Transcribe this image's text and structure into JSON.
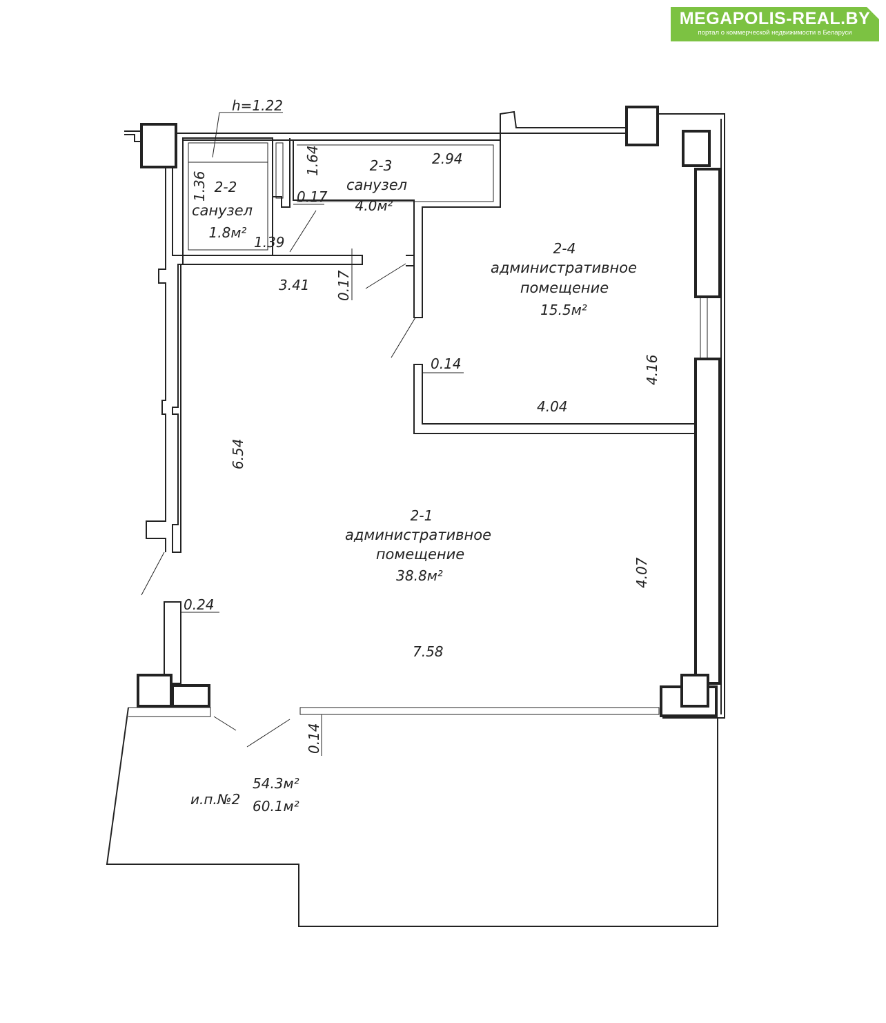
{
  "watermark": {
    "brand": "MEGAPOLIS-REAL.BY",
    "tagline": "портал о коммерческой недвижимости в Беларуси",
    "color": "#7cc242"
  },
  "plan": {
    "rooms": [
      {
        "id": "2-1",
        "name": "административное",
        "name2": "помещение",
        "area": "38.8м²"
      },
      {
        "id": "2-2",
        "name": "санузел",
        "area": "1.8м²"
      },
      {
        "id": "2-3",
        "name": "санузел",
        "area": "4.0м²"
      },
      {
        "id": "2-4",
        "name": "административное",
        "name2": "помещение",
        "area": "15.5м²"
      }
    ],
    "dimensions": {
      "h": "h=1.22",
      "d136": "1.36",
      "d164": "1.64",
      "d017a": "0.17",
      "d294": "2.94",
      "d139": "1.39",
      "d341": "3.41",
      "d017b": "0.17",
      "d014a": "0.14",
      "d416": "4.16",
      "d404": "4.04",
      "d654": "6.54",
      "d407": "4.07",
      "d024": "0.24",
      "d758": "7.58",
      "d014b": "0.14"
    },
    "summary": {
      "label": "и.п.№2",
      "area1": "54.3м²",
      "area2": "60.1м²"
    }
  }
}
